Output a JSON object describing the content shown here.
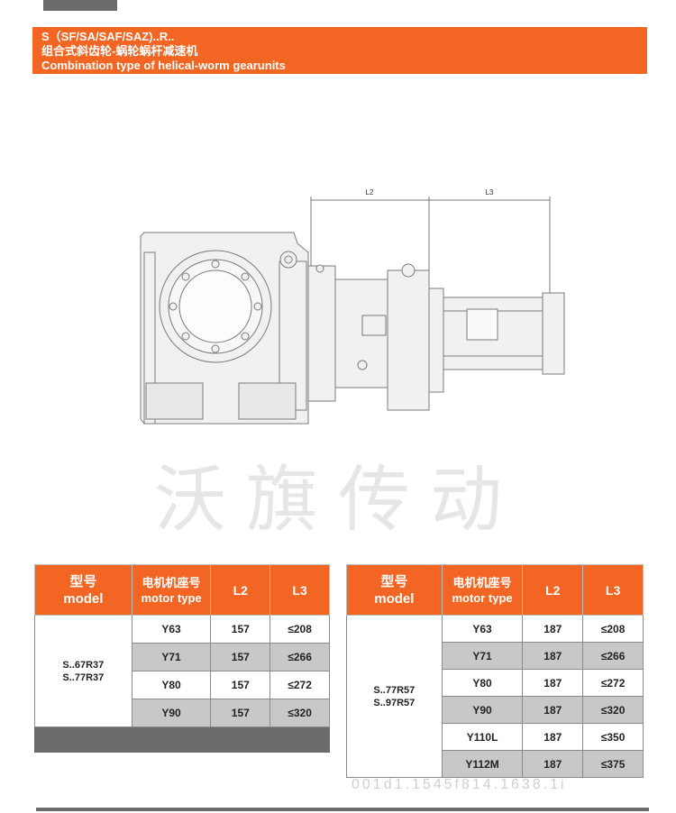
{
  "header": {
    "line1": "S（SF/SA/SAF/SAZ)..R..",
    "line2": "组合式斜齿轮-蜗轮蜗杆减速机",
    "line3": "Combination type of helical-worm gearunits"
  },
  "drawing": {
    "dim_l2": "L2",
    "dim_l3": "L3"
  },
  "watermark": "沃旗传动",
  "headers": {
    "model_cn": "型号",
    "model_en": "model",
    "motor_cn": "电机机座号",
    "motor_en": "motor type",
    "l2": "L2",
    "l3": "L3"
  },
  "table_left": {
    "model_line1": "S..67R37",
    "model_line2": "S..77R37",
    "rows": [
      {
        "motor": "Y63",
        "l2": "157",
        "l3": "≤208"
      },
      {
        "motor": "Y71",
        "l2": "157",
        "l3": "≤266"
      },
      {
        "motor": "Y80",
        "l2": "157",
        "l3": "≤272"
      },
      {
        "motor": "Y90",
        "l2": "157",
        "l3": "≤320"
      }
    ]
  },
  "table_right": {
    "model_line1": "S..77R57",
    "model_line2": "S..97R57",
    "rows": [
      {
        "motor": "Y63",
        "l2": "187",
        "l3": "≤208"
      },
      {
        "motor": "Y71",
        "l2": "187",
        "l3": "≤266"
      },
      {
        "motor": "Y80",
        "l2": "187",
        "l3": "≤272"
      },
      {
        "motor": "Y90",
        "l2": "187",
        "l3": "≤320"
      },
      {
        "motor": "Y110L",
        "l2": "187",
        "l3": "≤350"
      },
      {
        "motor": "Y112M",
        "l2": "187",
        "l3": "≤375"
      }
    ]
  },
  "footer": "001d1.1545f814.1638.1i"
}
